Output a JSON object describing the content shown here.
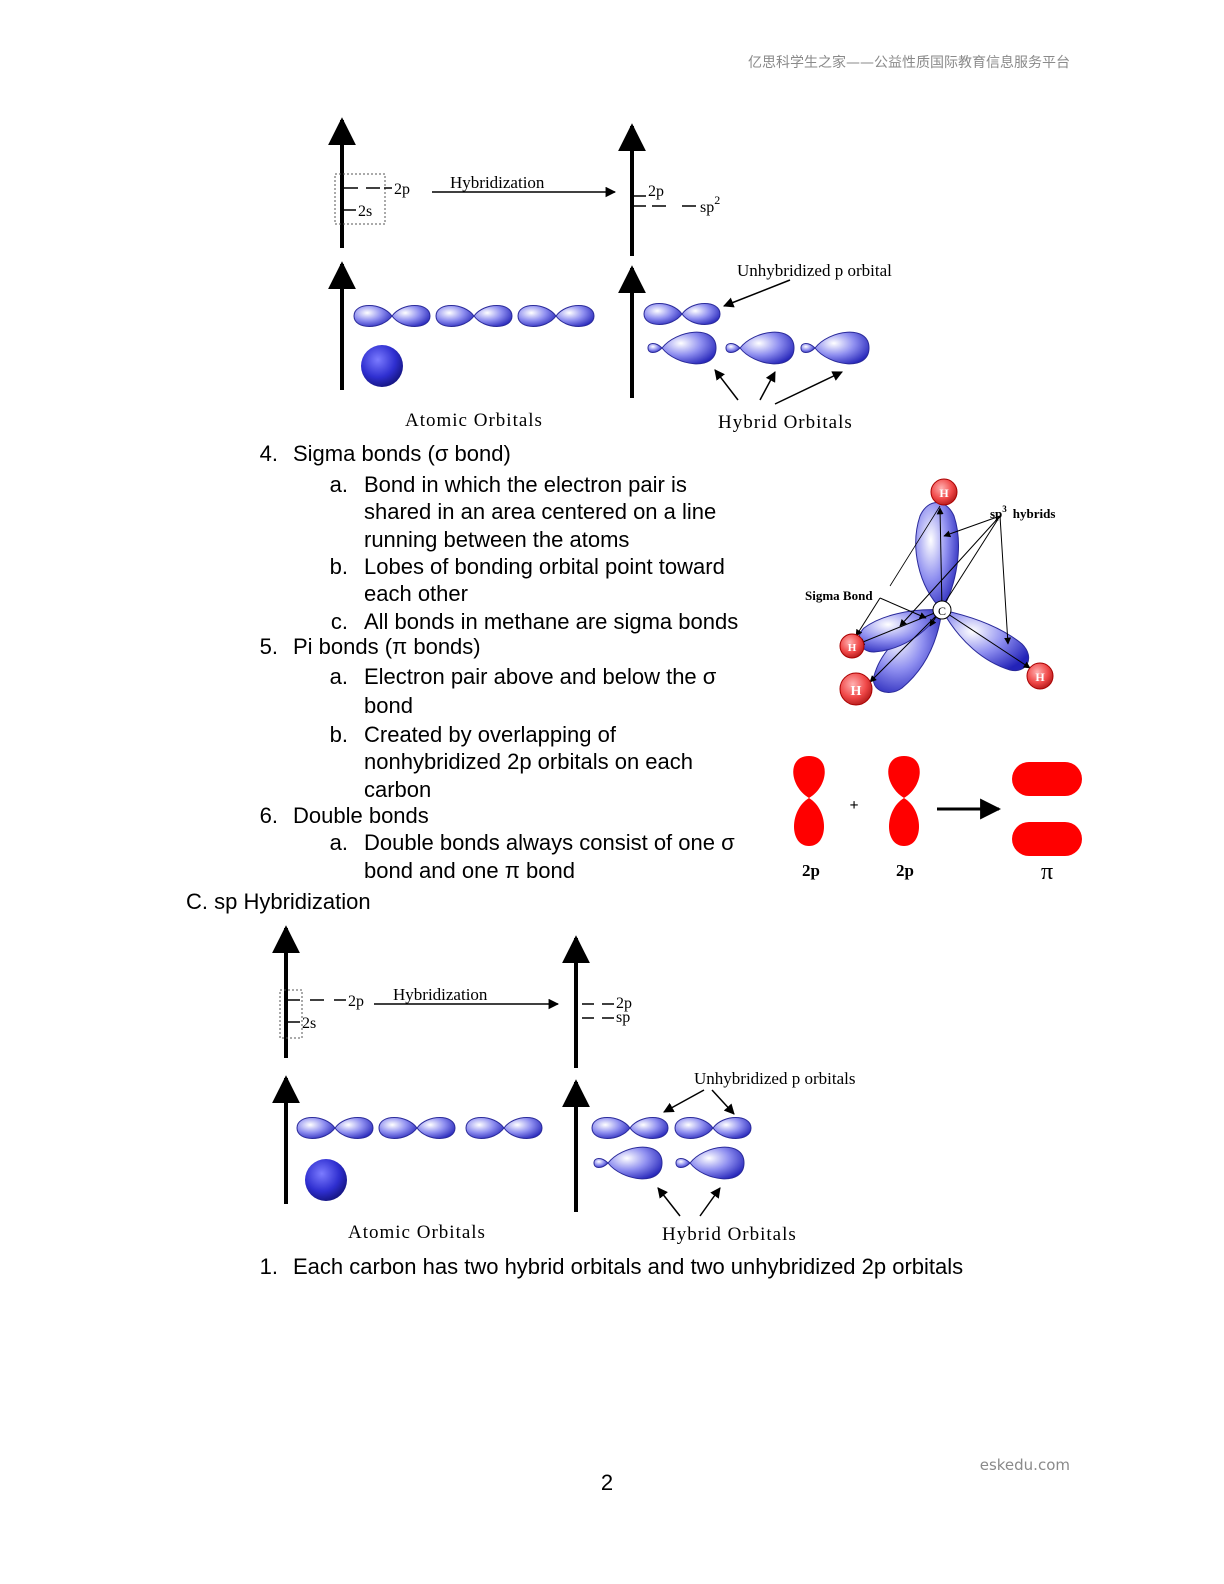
{
  "header": {
    "watermark": "亿思科学生之家——公益性质国际教育信息服务平台"
  },
  "figure_sp2": {
    "hybridization": "Hybridization",
    "level_2p_left": "2p",
    "level_2s": "2s",
    "level_2p_right": "2p",
    "level_hybrid": "sp",
    "level_hybrid_sup": "2",
    "unhybridized_label": "Unhybridized p orbital",
    "atomic_label": "Atomic Orbitals",
    "hybrid_label": "Hybrid Orbitals"
  },
  "outline": {
    "item4": {
      "num": "4.",
      "title": "Sigma bonds (σ  bond)"
    },
    "item4a": {
      "num": "a.",
      "lines": [
        "Bond in which the electron pair is",
        "shared in an area centered on a line",
        "running between the atoms"
      ]
    },
    "item4b": {
      "num": "b.",
      "lines": [
        "Lobes of bonding orbital point toward",
        "each other"
      ]
    },
    "item4c": {
      "num": "c.",
      "lines": [
        "All bonds in methane are sigma bonds"
      ]
    },
    "item5": {
      "num": "5.",
      "title": "Pi bonds (π bonds)"
    },
    "item5a": {
      "num": "a.",
      "lines": [
        "Electron pair above and below the σ",
        "bond"
      ]
    },
    "item5b": {
      "num": "b.",
      "lines": [
        "Created by overlapping of",
        "nonhybridized 2p orbitals on each",
        "carbon"
      ]
    },
    "item6": {
      "num": "6.",
      "title": "Double bonds"
    },
    "item6a": {
      "num": "a.",
      "lines": [
        "Double bonds always consist of one σ",
        "bond and one π bond"
      ]
    },
    "sectionC": "C. sp Hybridization",
    "itemC1": {
      "num": "1.",
      "title": "Each carbon has two hybrid orbitals and two unhybridized 2p orbitals"
    }
  },
  "methane_figure": {
    "hybrids_base": "sp",
    "hybrids_sup": "3",
    "hybrids_word": "hybrids",
    "sigma_label": "Sigma Bond",
    "carbon": "C",
    "hydrogen": "H"
  },
  "pi_figure": {
    "plus": "+",
    "label_left": "2p",
    "label_mid": "2p",
    "label_result": "π"
  },
  "figure_sp": {
    "hybridization": "Hybridization",
    "level_2p_left": "2p",
    "level_2s": "2s",
    "level_2p_right": "2p",
    "level_hybrid": "sp",
    "unhybridized_label": "Unhybridized p orbitals",
    "atomic_label": "Atomic Orbitals",
    "hybrid_label": "Hybrid Orbitals"
  },
  "footer": {
    "brand": "eskedu.com",
    "page_number": "2"
  }
}
